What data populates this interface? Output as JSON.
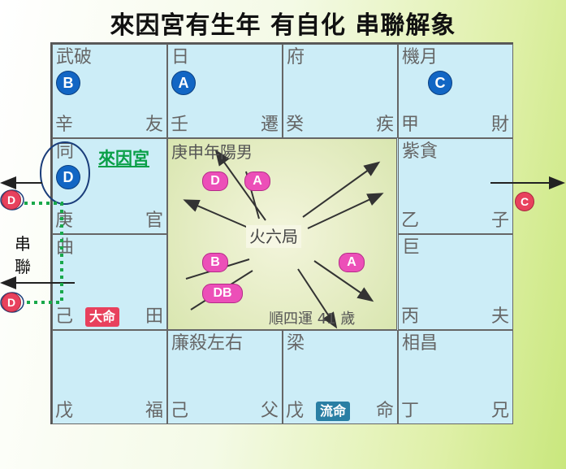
{
  "title": "來因宮有生年  有自化  串聯解象",
  "cells": {
    "r0c0": {
      "stars": "武破",
      "stem": "辛",
      "palace": "友",
      "badge": "B"
    },
    "r0c1": {
      "stars": "日",
      "stem": "壬",
      "palace": "遷",
      "badge": "A"
    },
    "r0c2": {
      "stars": "府",
      "stem": "癸",
      "palace": "疾"
    },
    "r0c3": {
      "stars": "機月",
      "stem": "甲",
      "palace": "財",
      "badge": "C"
    },
    "r1c0": {
      "stars": "同",
      "stem": "庚",
      "palace": "官",
      "badge": "D",
      "laiyin": "來因宮"
    },
    "r1c3": {
      "stars": "紫貪",
      "stem": "乙",
      "palace": "子"
    },
    "r2c0": {
      "stars": "曲",
      "stem": "己",
      "palace": "田",
      "tag": "大命"
    },
    "r2c3": {
      "stars": "巨",
      "stem": "丙",
      "palace": "夫"
    },
    "r3c0": {
      "stars": "",
      "stem": "戊",
      "palace": "福"
    },
    "r3c1": {
      "stars": "廉殺左右",
      "stem": "己",
      "palace": "父"
    },
    "r3c2": {
      "stars": "梁",
      "stem": "戊",
      "palace": "命",
      "tag": "流命"
    },
    "r3c3": {
      "stars": "相昌",
      "stem": "丁",
      "palace": "兄"
    }
  },
  "center": {
    "header": "庚申年陽男",
    "bureau": "火六局",
    "direction": "順四運 41 歲",
    "badges": [
      "D",
      "A",
      "B",
      "DB",
      "A"
    ]
  },
  "side": {
    "label_1": "串",
    "label_2": "聯",
    "badge_top": "D",
    "badge_bottom": "D",
    "badge_right": "C"
  },
  "colors": {
    "cell_bg": "#ccedf7",
    "blue_badge": "#1266c4",
    "pink_badge": "#ec4fb8",
    "red_badge": "#e8415d",
    "green_text": "#0aa048",
    "dotted_line": "#19a84a"
  }
}
